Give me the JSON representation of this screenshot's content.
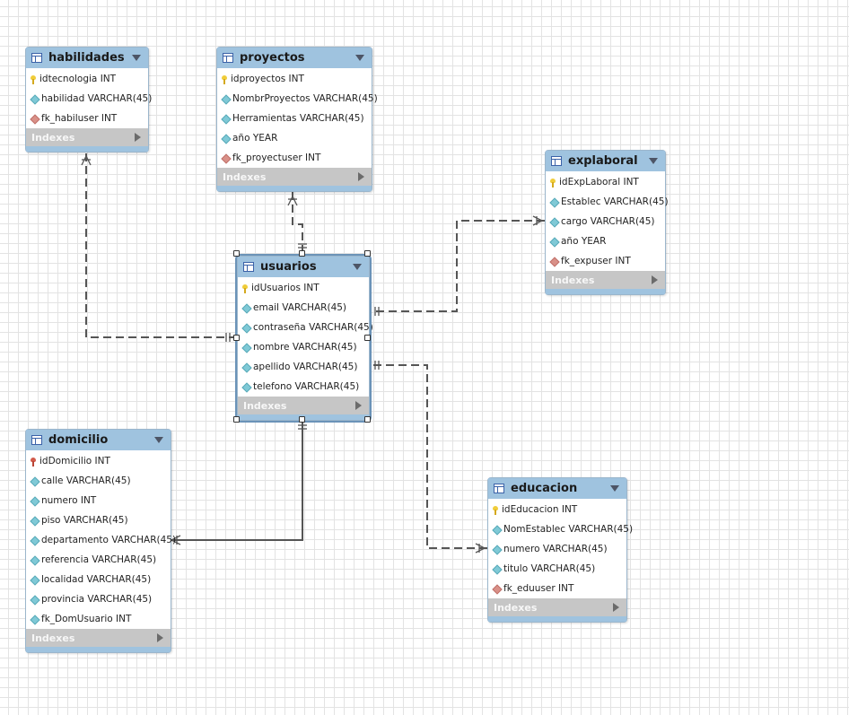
{
  "tables": {
    "habilidades": {
      "name": "habilidades",
      "columns": [
        {
          "text": "idtecnologia INT",
          "icon": "primary-key-icon"
        },
        {
          "text": "habilidad VARCHAR(45)",
          "icon": "column-icon"
        },
        {
          "text": "fk_habiluser INT",
          "icon": "foreign-key-icon"
        }
      ],
      "indexes": "Indexes"
    },
    "proyectos": {
      "name": "proyectos",
      "columns": [
        {
          "text": "idproyectos INT",
          "icon": "primary-key-icon"
        },
        {
          "text": "NombrProyectos VARCHAR(45)",
          "icon": "column-icon"
        },
        {
          "text": "Herramientas VARCHAR(45)",
          "icon": "column-icon"
        },
        {
          "text": "año YEAR",
          "icon": "column-icon"
        },
        {
          "text": "fk_proyectuser INT",
          "icon": "foreign-key-icon"
        }
      ],
      "indexes": "Indexes"
    },
    "explaboral": {
      "name": "explaboral",
      "columns": [
        {
          "text": "idExpLaboral INT",
          "icon": "primary-key-icon"
        },
        {
          "text": "Establec VARCHAR(45)",
          "icon": "column-icon"
        },
        {
          "text": "cargo VARCHAR(45)",
          "icon": "column-icon"
        },
        {
          "text": "año YEAR",
          "icon": "column-icon"
        },
        {
          "text": "fk_expuser INT",
          "icon": "foreign-key-icon"
        }
      ],
      "indexes": "Indexes"
    },
    "usuarios": {
      "name": "usuarios",
      "columns": [
        {
          "text": "idUsuarios INT",
          "icon": "primary-key-icon"
        },
        {
          "text": "email VARCHAR(45)",
          "icon": "column-icon"
        },
        {
          "text": "contraseña VARCHAR(45)",
          "icon": "column-icon"
        },
        {
          "text": "nombre VARCHAR(45)",
          "icon": "column-icon"
        },
        {
          "text": "apellido VARCHAR(45)",
          "icon": "column-icon"
        },
        {
          "text": "telefono VARCHAR(45)",
          "icon": "column-icon"
        }
      ],
      "indexes": "Indexes"
    },
    "domicilio": {
      "name": "domicilio",
      "columns": [
        {
          "text": "idDomicilio INT",
          "icon": "primary-foreign-key-icon"
        },
        {
          "text": "calle VARCHAR(45)",
          "icon": "column-icon"
        },
        {
          "text": "numero INT",
          "icon": "column-icon"
        },
        {
          "text": "piso VARCHAR(45)",
          "icon": "column-icon"
        },
        {
          "text": "departamento VARCHAR(45)",
          "icon": "column-icon"
        },
        {
          "text": "referencia VARCHAR(45)",
          "icon": "column-icon"
        },
        {
          "text": "localidad VARCHAR(45)",
          "icon": "column-icon"
        },
        {
          "text": "provincia VARCHAR(45)",
          "icon": "column-icon"
        },
        {
          "text": "fk_DomUsuario INT",
          "icon": "column-icon"
        }
      ],
      "indexes": "Indexes"
    },
    "educacion": {
      "name": "educacion",
      "columns": [
        {
          "text": "idEducacion INT",
          "icon": "primary-key-icon"
        },
        {
          "text": "NomEstablec VARCHAR(45)",
          "icon": "column-icon"
        },
        {
          "text": "numero VARCHAR(45)",
          "icon": "column-icon"
        },
        {
          "text": "titulo VARCHAR(45)",
          "icon": "column-icon"
        },
        {
          "text": "fk_eduuser INT",
          "icon": "foreign-key-icon"
        }
      ],
      "indexes": "Indexes"
    }
  },
  "relationships": [
    {
      "from": "habilidades",
      "to": "usuarios",
      "style": "dashed",
      "cardinality": "many-to-one"
    },
    {
      "from": "proyectos",
      "to": "usuarios",
      "style": "dashed",
      "cardinality": "many-to-one"
    },
    {
      "from": "explaboral",
      "to": "usuarios",
      "style": "dashed",
      "cardinality": "many-to-one"
    },
    {
      "from": "educacion",
      "to": "usuarios",
      "style": "dashed",
      "cardinality": "many-to-one"
    },
    {
      "from": "domicilio",
      "to": "usuarios",
      "style": "solid",
      "cardinality": "many-to-one"
    }
  ],
  "colors": {
    "header": "#9fc3df",
    "indexes_bar": "#c6c6c6",
    "connector": "#555555",
    "primary_key": "#f0cd3a",
    "column_diamond": "#7fc9d6",
    "foreign_key": "#d99088"
  }
}
